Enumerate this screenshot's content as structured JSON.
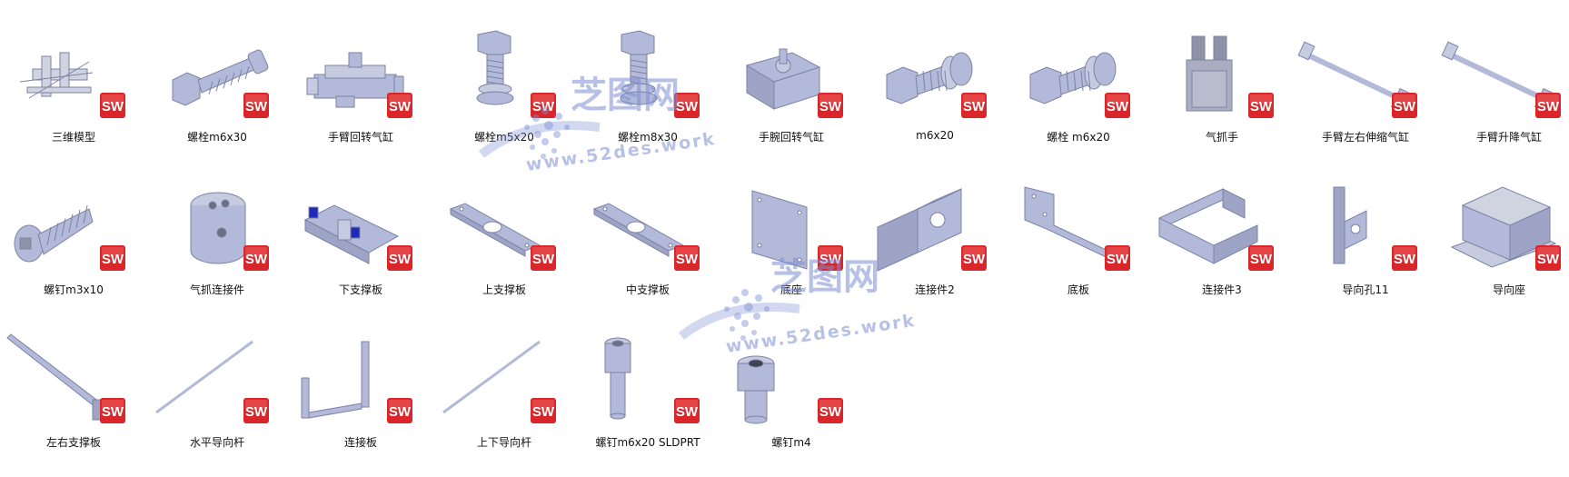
{
  "colors": {
    "part": "#b3b9d8",
    "part_dark": "#7c82a6",
    "sw_red": "#d8262a",
    "watermark": "#7d8fd4"
  },
  "icons": {
    "badge": "solidworks-icon"
  },
  "watermark": {
    "logo": "芝图网",
    "url": "www.52des.work"
  },
  "files": [
    {
      "label": "三维模型",
      "type": "assembly"
    },
    {
      "label": "螺栓m6x30",
      "type": "bolt-long"
    },
    {
      "label": "手臂回转气缸",
      "type": "rotary-cylinder"
    },
    {
      "label": "螺栓m5x20",
      "type": "bolt-vertical"
    },
    {
      "label": "螺栓m8x30",
      "type": "bolt-vertical"
    },
    {
      "label": "手腕回转气缸",
      "type": "rotary-box"
    },
    {
      "label": "m6x20",
      "type": "bolt-short"
    },
    {
      "label": "螺栓 m6x20",
      "type": "bolt-short"
    },
    {
      "label": "气抓手",
      "type": "gripper"
    },
    {
      "label": "手臂左右伸缩气缸",
      "type": "rod-cylinder"
    },
    {
      "label": "手臂升降气缸",
      "type": "rod-cylinder"
    },
    {
      "label": "螺钉m3x10",
      "type": "screw"
    },
    {
      "label": "气抓连接件",
      "type": "connector"
    },
    {
      "label": "下支撑板",
      "type": "plate-blue"
    },
    {
      "label": "上支撑板",
      "type": "plate-long"
    },
    {
      "label": "中支撑板",
      "type": "plate-long"
    },
    {
      "label": "底座",
      "type": "base-plate"
    },
    {
      "label": "连接件2",
      "type": "bracket"
    },
    {
      "label": "底板",
      "type": "bottom-plate"
    },
    {
      "label": "连接件3",
      "type": "u-frame"
    },
    {
      "label": "导向孔11",
      "type": "guide-block"
    },
    {
      "label": "导向座",
      "type": "guide-seat"
    },
    {
      "label": "左右支撑板",
      "type": "thin-plate"
    },
    {
      "label": "水平导向杆",
      "type": "rod"
    },
    {
      "label": "连接板",
      "type": "connect-plate"
    },
    {
      "label": "上下导向杆",
      "type": "rod"
    },
    {
      "label": "螺钉m6x20 SLDPRT",
      "type": "cap-screw"
    },
    {
      "label": "螺钉m4",
      "type": "cap-screw-short"
    }
  ]
}
